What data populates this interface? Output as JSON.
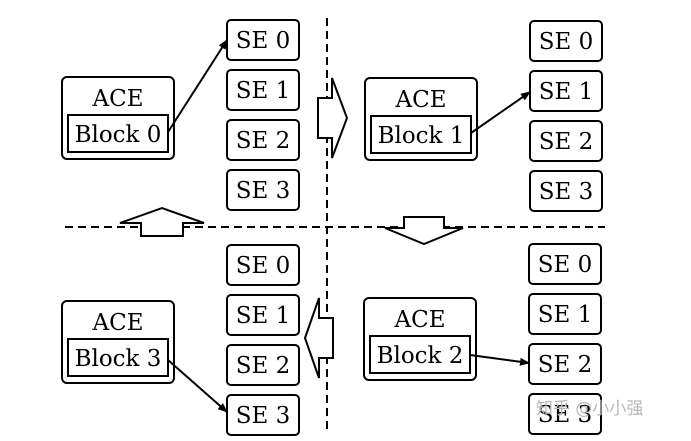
{
  "diagram": {
    "ace_label": "ACE",
    "quadrants": [
      {
        "block_label": "Block 0",
        "se_labels": [
          "SE 0",
          "SE 1",
          "SE 2",
          "SE 3"
        ],
        "target_se": 0
      },
      {
        "block_label": "Block 1",
        "se_labels": [
          "SE 0",
          "SE 1",
          "SE 2",
          "SE 3"
        ],
        "target_se": 1
      },
      {
        "block_label": "Block 2",
        "se_labels": [
          "SE 0",
          "SE 1",
          "SE 2",
          "SE 3"
        ],
        "target_se": 2
      },
      {
        "block_label": "Block 3",
        "se_labels": [
          "SE 0",
          "SE 1",
          "SE 2",
          "SE 3"
        ],
        "target_se": 3
      }
    ],
    "rotation_arrows": [
      "right",
      "down",
      "left",
      "up"
    ]
  },
  "watermark": "知乎 @小小强"
}
